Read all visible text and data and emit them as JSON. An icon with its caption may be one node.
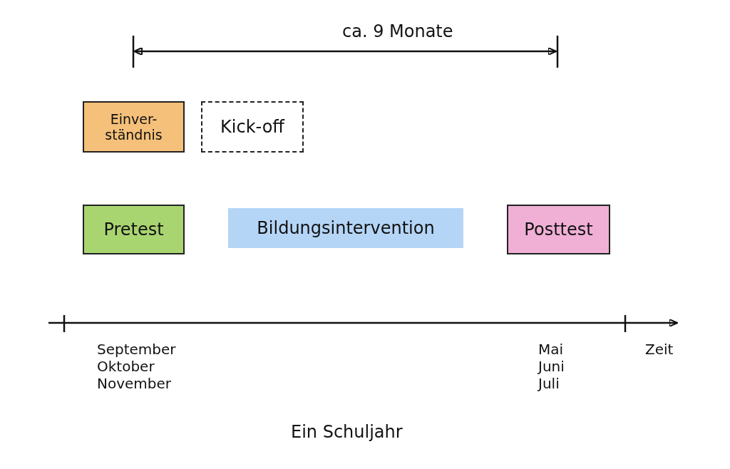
{
  "diagram": {
    "caption": "Ein Schuljahr",
    "nodes": [
      {
        "text": [
          "Einver-ständnis"
        ]
      },
      {
        "text": [
          "Kick-off"
        ]
      },
      {
        "text": [
          "Pretest"
        ]
      },
      {
        "text": [
          "Bildungsintervention"
        ]
      },
      {
        "text": [
          "Posttest"
        ]
      }
    ],
    "edges": [],
    "labels": [
      "ca. 9 Monate",
      "September",
      "Oktober",
      "November",
      "Mai",
      "Juni",
      "Juli",
      "Zeit"
    ]
  }
}
